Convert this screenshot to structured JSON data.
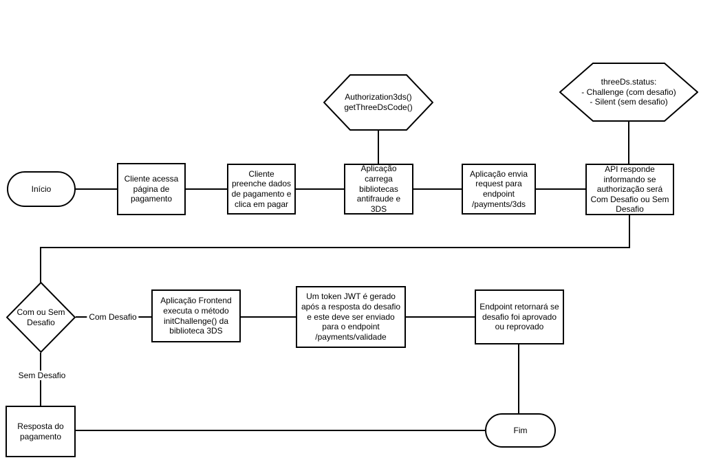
{
  "canvas": {
    "background": "#ffffff",
    "stroke_color": "#000000"
  },
  "nodes": {
    "inicio": {
      "label": "Início",
      "type": "terminator"
    },
    "cliente_acessa": {
      "label": "Cliente acessa página de pagamento",
      "type": "process"
    },
    "cliente_preenche": {
      "label": "Cliente preenche dados de pagamento e clica em pagar",
      "type": "process"
    },
    "aplicacao_carrega": {
      "label": "Aplicação carrega bibliotecas antifraude e 3DS",
      "type": "process"
    },
    "aplicacao_envia": {
      "label": "Aplicação envia request para endpoint /payments/3ds",
      "type": "process"
    },
    "api_responde": {
      "label": "API responde informando se authorização será Com Desafio ou Sem Desafio",
      "type": "process"
    },
    "hex_authorization": {
      "label": "Authorization3ds()\ngetThreeDsCode()",
      "type": "hexagon"
    },
    "hex_threeds_status": {
      "label": "threeDs.status:\n- Challenge (com desafio)\n- Silent (sem desafio)",
      "type": "hexagon"
    },
    "decisao_desafio": {
      "label": "Com ou Sem Desafio",
      "type": "decision"
    },
    "frontend_initchallenge": {
      "label": "Aplicação Frontend executa o método initChallenge() da biblioteca 3DS",
      "type": "process"
    },
    "token_jwt": {
      "label": "Um token JWT é gerado após a resposta do desafio e este deve ser enviado para o endpoint /payments/validade",
      "type": "process"
    },
    "endpoint_retornara": {
      "label": "Endpoint retornará se desafio foi aprovado ou reprovado",
      "type": "process"
    },
    "resposta_pagamento": {
      "label": "Resposta do pagamento",
      "type": "process"
    },
    "fim": {
      "label": "Fim",
      "type": "terminator"
    }
  },
  "edge_labels": {
    "com_desafio": "Com Desafio",
    "sem_desafio": "Sem Desafio"
  }
}
